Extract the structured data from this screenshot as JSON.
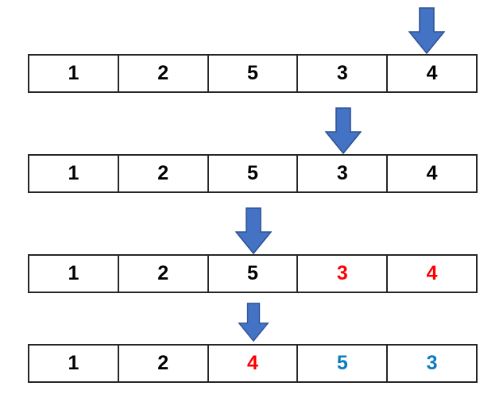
{
  "figure": {
    "title": "insertion-sort-step-illustration",
    "colors": {
      "cell_border": "#262626",
      "text_default": "#000000",
      "text_highlight_red": "#ff0000",
      "text_highlight_blue": "#0c7cc0",
      "arrow_fill": "#4472c4",
      "arrow_stroke": "#2e5395",
      "background": "#ffffff"
    },
    "icons": {
      "arrow": "arrow-down-icon"
    },
    "rows": [
      {
        "id": "row-1",
        "cells": [
          {
            "value": "1",
            "color": "black"
          },
          {
            "value": "2",
            "color": "black"
          },
          {
            "value": "5",
            "color": "black"
          },
          {
            "value": "3",
            "color": "black"
          },
          {
            "value": "4",
            "color": "black"
          }
        ],
        "arrow": {
          "target_index": 4,
          "label": "arrow-down-icon"
        }
      },
      {
        "id": "row-2",
        "cells": [
          {
            "value": "1",
            "color": "black"
          },
          {
            "value": "2",
            "color": "black"
          },
          {
            "value": "5",
            "color": "black"
          },
          {
            "value": "3",
            "color": "black"
          },
          {
            "value": "4",
            "color": "black"
          }
        ],
        "arrow": {
          "target_index": 3,
          "label": "arrow-down-icon"
        }
      },
      {
        "id": "row-3",
        "cells": [
          {
            "value": "1",
            "color": "black"
          },
          {
            "value": "2",
            "color": "black"
          },
          {
            "value": "5",
            "color": "black"
          },
          {
            "value": "3",
            "color": "red"
          },
          {
            "value": "4",
            "color": "red"
          }
        ],
        "arrow": {
          "target_index": 2,
          "label": "arrow-down-icon"
        }
      },
      {
        "id": "row-4",
        "cells": [
          {
            "value": "1",
            "color": "black"
          },
          {
            "value": "2",
            "color": "black"
          },
          {
            "value": "4",
            "color": "red"
          },
          {
            "value": "5",
            "color": "blue"
          },
          {
            "value": "3",
            "color": "blue"
          }
        ],
        "arrow": {
          "target_index": 2,
          "label": "arrow-down-icon"
        }
      }
    ]
  }
}
